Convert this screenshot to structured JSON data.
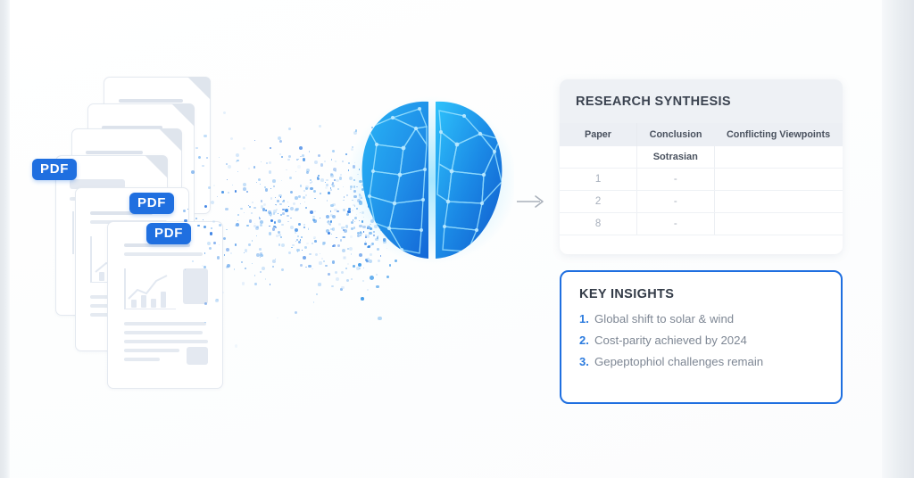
{
  "scene": {
    "title": "Research synthesis illustration",
    "accent_color": "#1f6fe0",
    "arrow_label": "flow-arrow"
  },
  "documents": {
    "badges": [
      {
        "label": "PDF"
      },
      {
        "label": "PDF"
      },
      {
        "label": "PDF"
      }
    ],
    "count": 6
  },
  "table_card": {
    "title": "RESEARCH SYNTHESIS",
    "columns": [
      "Paper",
      "Conclusion",
      "Conflicting Viewpoints"
    ],
    "subheader_row": [
      "",
      "Sotrasian",
      ""
    ],
    "rows": [
      {
        "paper": "1",
        "conclusion": "-",
        "conflicting": ""
      },
      {
        "paper": "2",
        "conclusion": "-",
        "conflicting": ""
      },
      {
        "paper": "8",
        "conclusion": "-",
        "conflicting": ""
      }
    ]
  },
  "insights_card": {
    "title": "KEY INSIGHTS",
    "items": [
      {
        "num": "1.",
        "text": "Global shift to solar & wind"
      },
      {
        "num": "2.",
        "text": "Cost-parity achieved by 2024"
      },
      {
        "num": "3.",
        "text": "Gepeptophiol challenges remain"
      }
    ]
  }
}
